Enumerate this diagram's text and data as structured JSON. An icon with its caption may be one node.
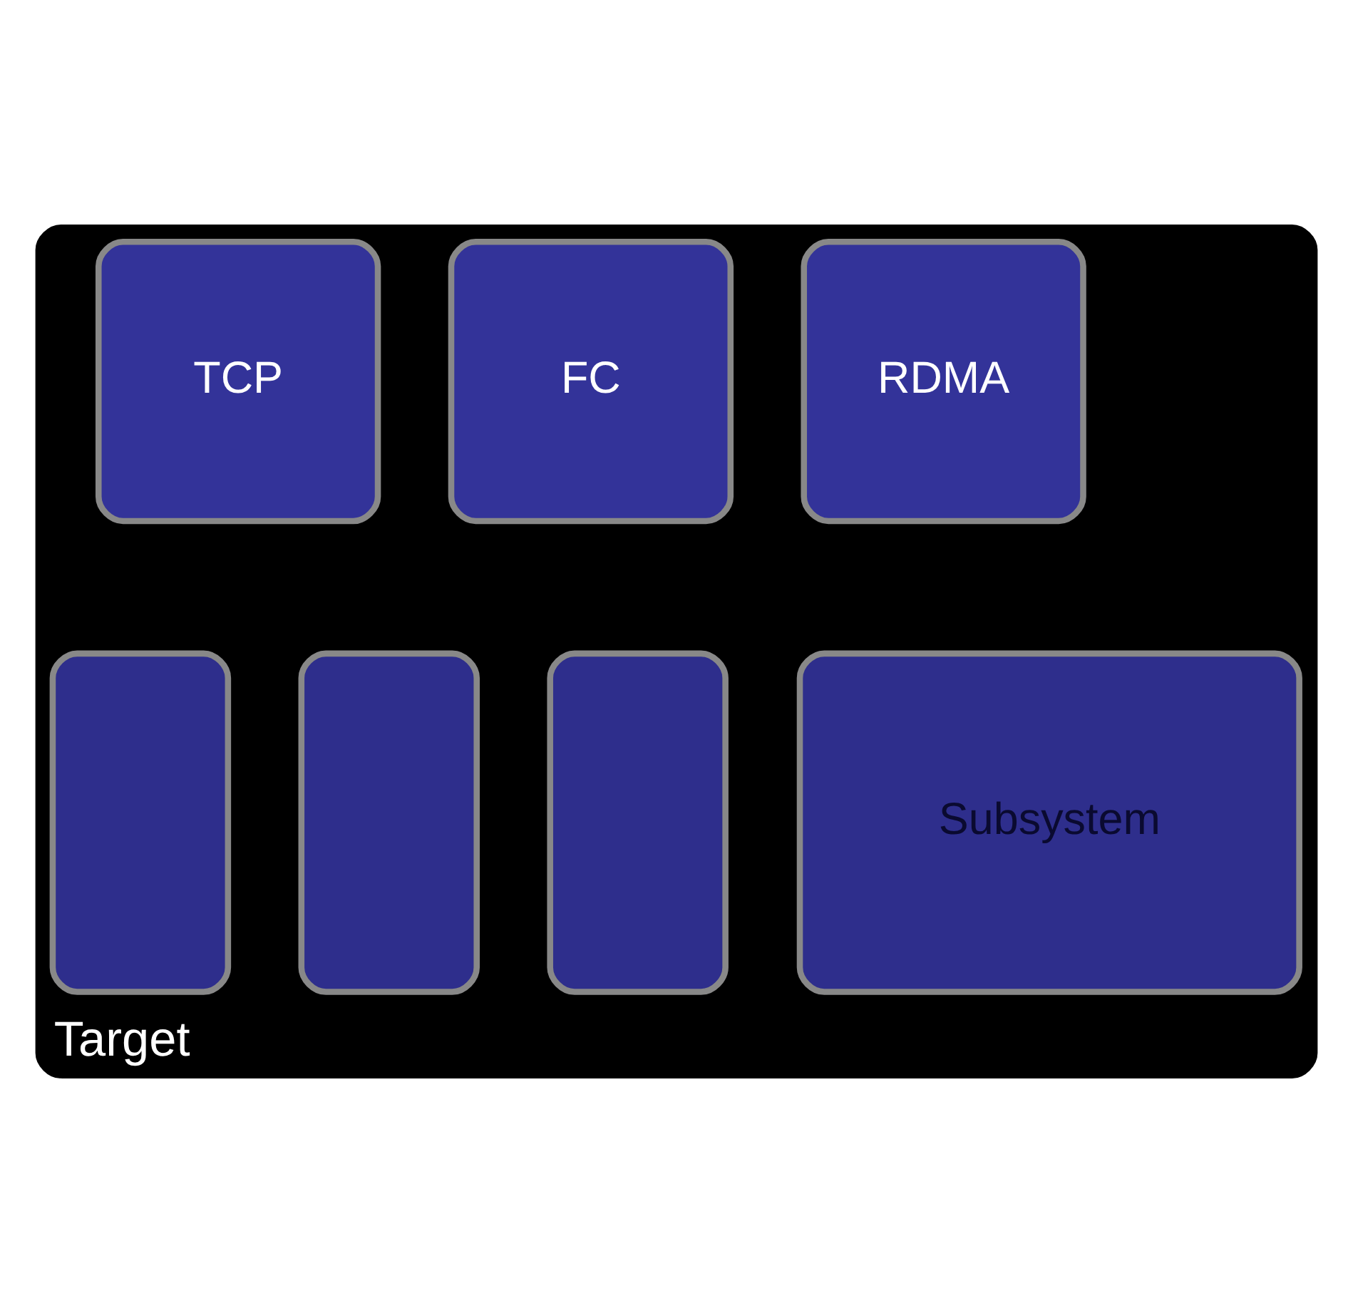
{
  "diagram": {
    "nodes": [
      {
        "text": [
          "Target"
        ]
      },
      {
        "text": [
          "TCP"
        ],
        "in": 0
      },
      {
        "text": [
          "FC"
        ],
        "in": 0
      },
      {
        "text": [
          "RDMA"
        ],
        "in": 0
      },
      {
        "text": [],
        "shape": "box",
        "in": 0
      },
      {
        "text": [],
        "shape": "box",
        "in": 0
      },
      {
        "text": [],
        "shape": "box",
        "in": 0
      },
      {
        "text": [
          "Subsystem"
        ],
        "in": 0
      }
    ]
  }
}
